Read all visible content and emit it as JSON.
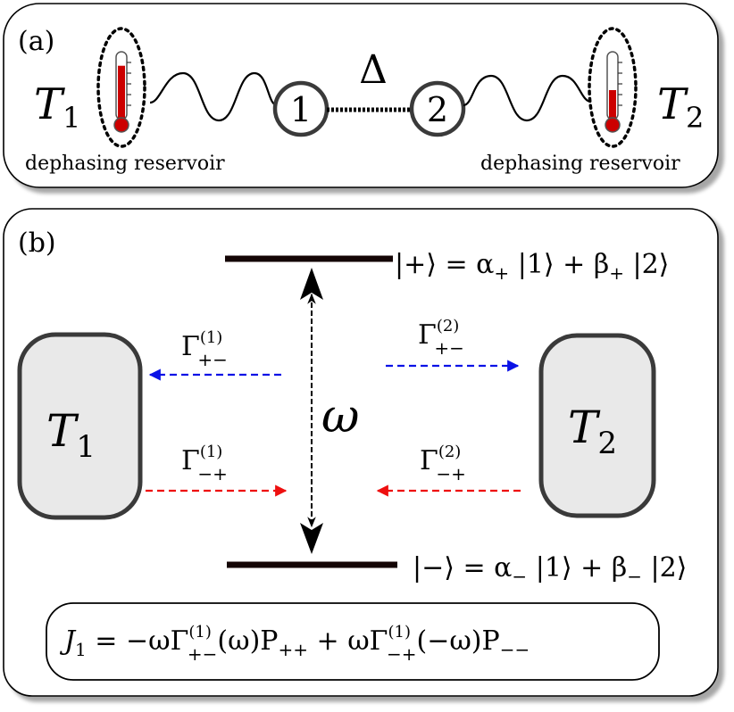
{
  "panel_a": {
    "label": "(a)",
    "left_temp": {
      "sym": "T",
      "sub": "1"
    },
    "right_temp": {
      "sym": "T",
      "sub": "2"
    },
    "site1": "1",
    "site2": "2",
    "coupling": "Δ",
    "left_reservoir_label": "dephasing reservoir",
    "right_reservoir_label": "dephasing reservoir",
    "left_thermometer_level": 0.85,
    "right_thermometer_level": 0.5,
    "thermometer_color": "#cc0000"
  },
  "panel_b": {
    "label": "(b)",
    "left_bath": {
      "sym": "T",
      "sub": "1"
    },
    "right_bath": {
      "sym": "T",
      "sub": "2"
    },
    "upper_state": {
      "ket": "|+⟩ = α",
      "sub1": "+",
      "mid": " |1⟩ + β",
      "sub2": "+",
      "end": " |2⟩"
    },
    "lower_state": {
      "ket": "|−⟩ = α",
      "sub1": "−",
      "mid": " |1⟩ + β",
      "sub2": "−",
      "end": " |2⟩"
    },
    "omega": "ω",
    "rate_left_top": {
      "g": "Γ",
      "sup": "(1)",
      "sub": "+−"
    },
    "rate_right_top": {
      "g": "Γ",
      "sup": "(2)",
      "sub": "+−"
    },
    "rate_left_bottom": {
      "g": "Γ",
      "sup": "(1)",
      "sub": "−+"
    },
    "rate_right_bottom": {
      "g": "Γ",
      "sup": "(2)",
      "sub": "−+"
    },
    "current_formula": {
      "lhs": "J",
      "lhs_sub": "1",
      "t1": " = −ωΓ",
      "t1_sup": "(1)",
      "t1_sub": "+−",
      "t2": "(ω)P",
      "t2_sub": "++",
      "t3": " + ωΓ",
      "t3_sup": "(1)",
      "t3_sub": "−+",
      "t4": "(−ω)P",
      "t4_sub": "−−"
    },
    "blue": "#0a12e6",
    "red": "#ee0f0f"
  }
}
